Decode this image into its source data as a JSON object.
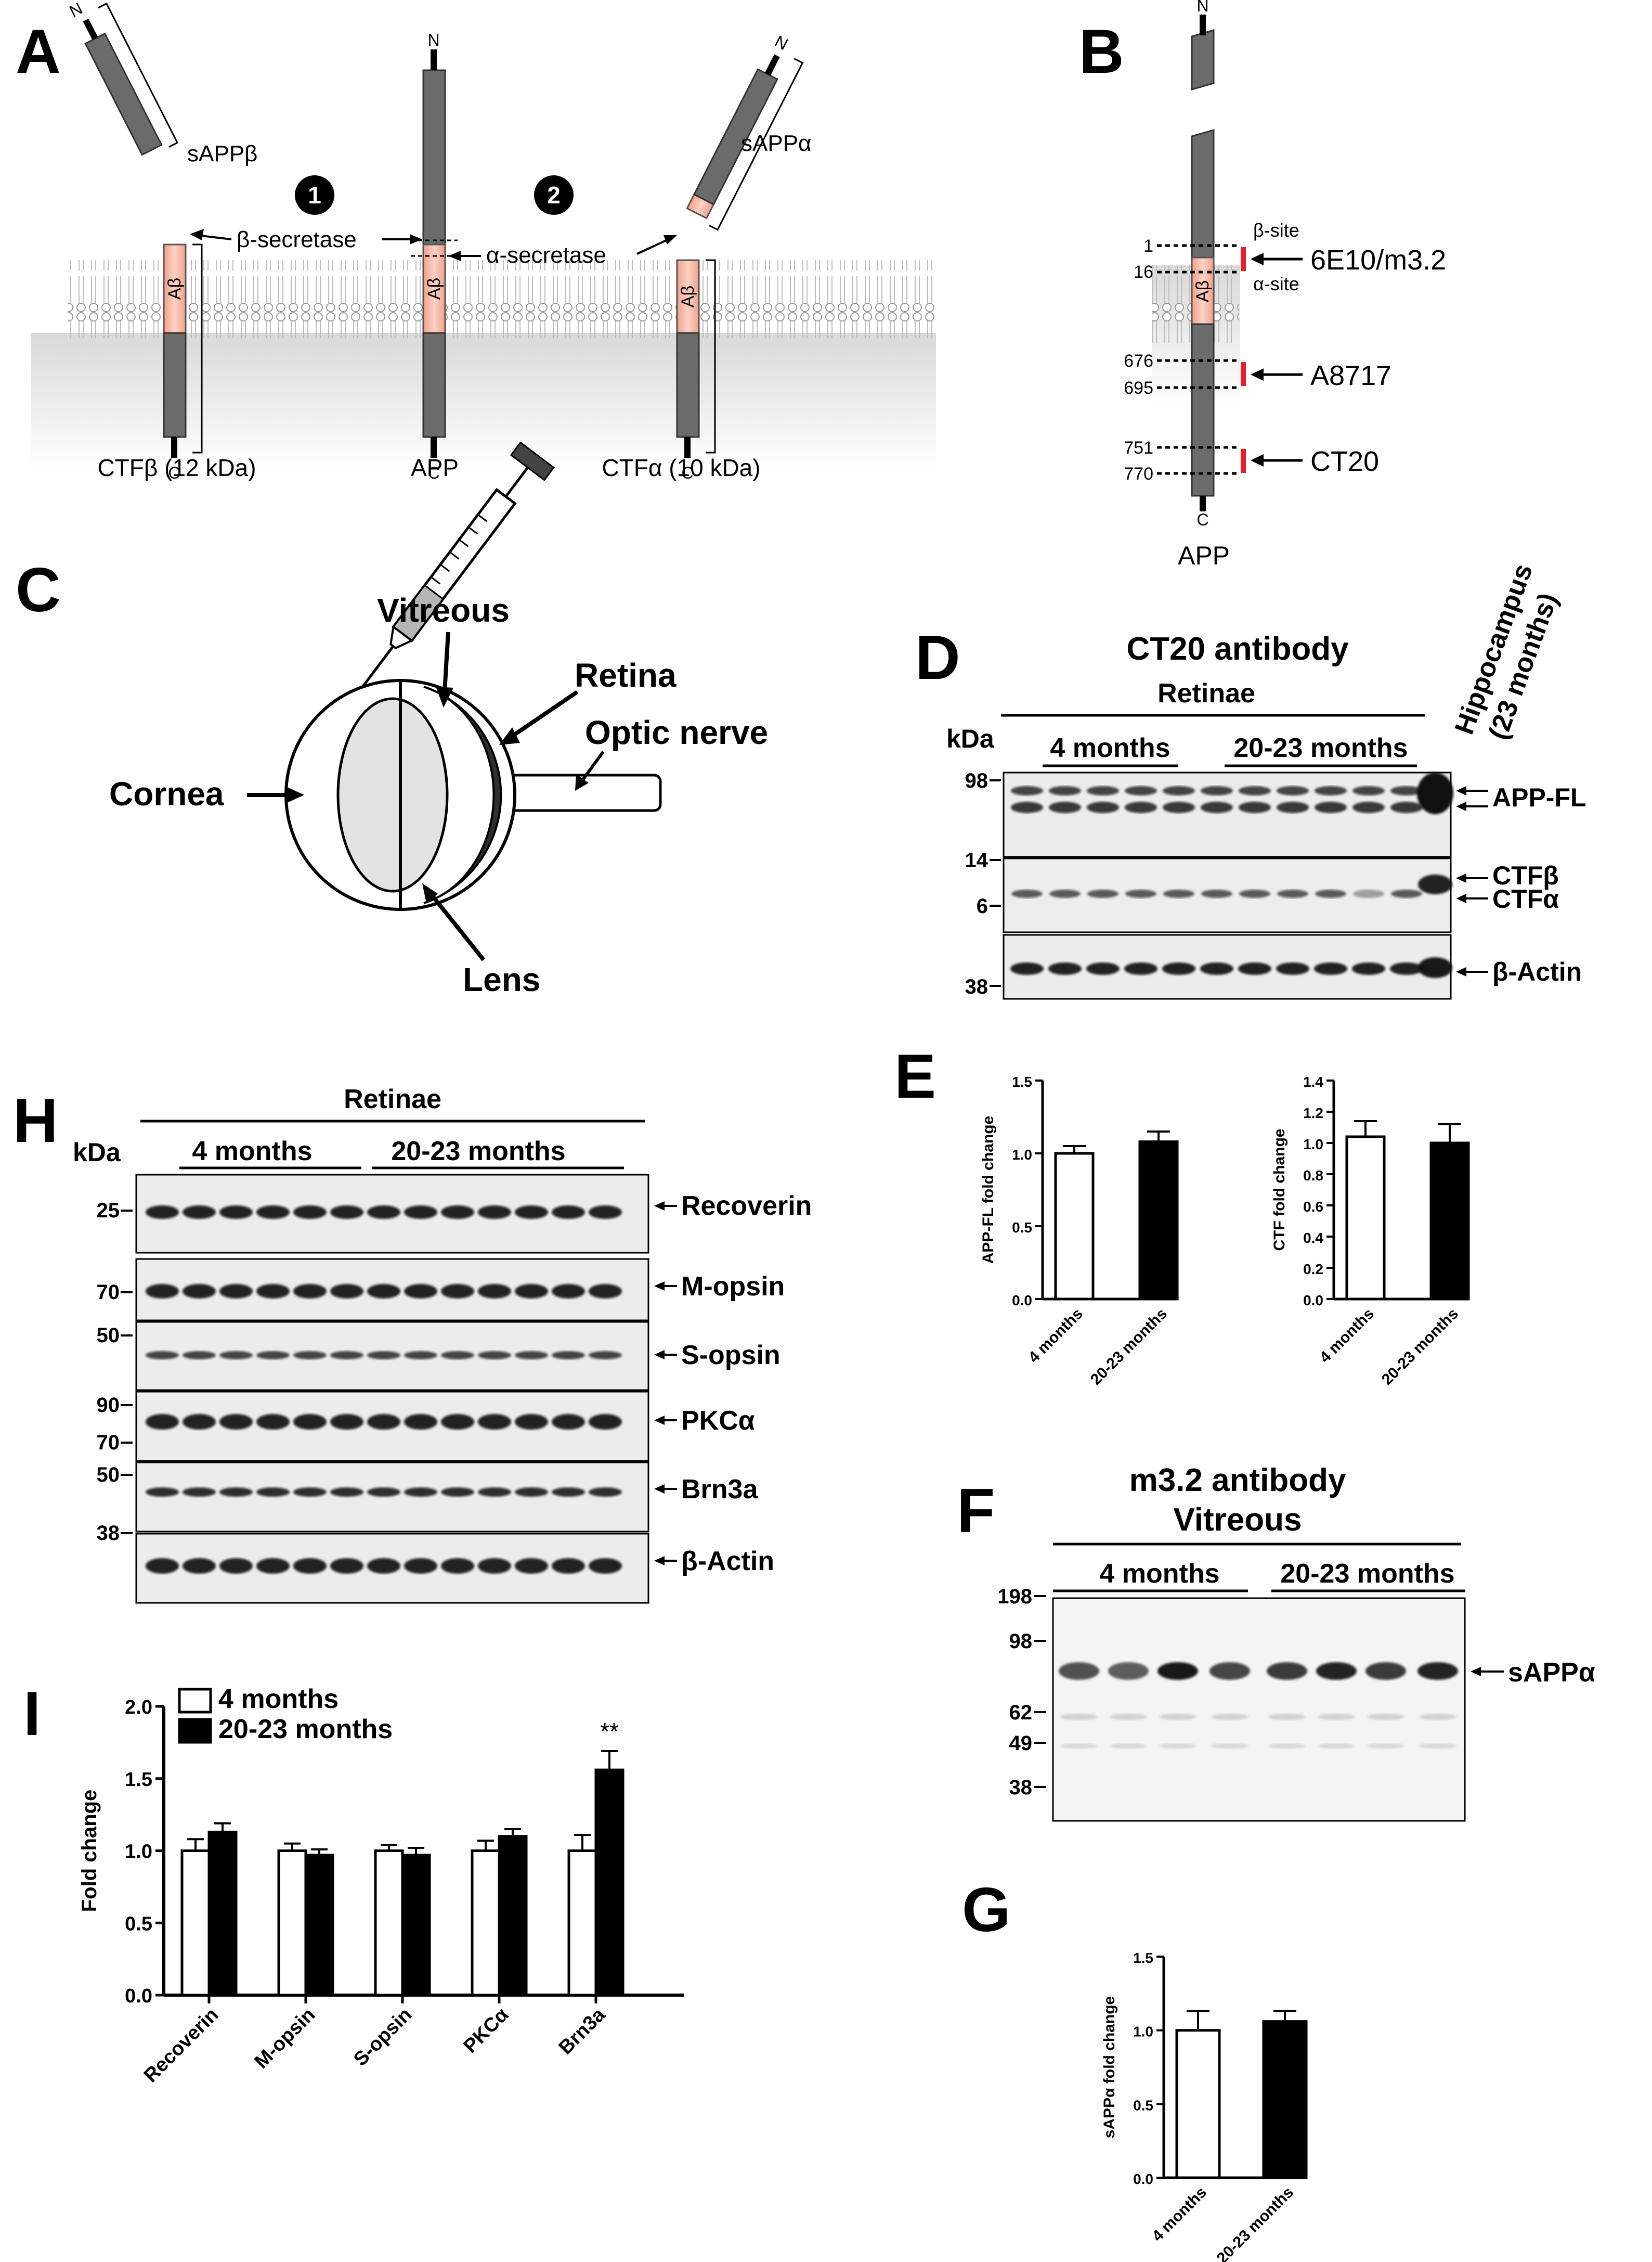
{
  "panels": {
    "A": {
      "letter": "A",
      "n": [
        "N",
        "N",
        "N"
      ],
      "c": [
        "C",
        "C",
        "C"
      ],
      "frag_left": "sAPPβ",
      "frag_right": "sAPPα",
      "abeta": [
        "Aβ",
        "Aβ",
        "Aβ"
      ],
      "step1": "1",
      "step2": "2",
      "beta_secretase": "β-secretase",
      "alpha_secretase": "α-secretase",
      "cap_left": "CTFβ (12 kDa)",
      "cap_mid": "APP",
      "cap_right": "CTFα (10 kDa)"
    },
    "B": {
      "letter": "B",
      "n": "N",
      "c": "C",
      "abeta": "Aβ",
      "nums": [
        "1",
        "16",
        "676",
        "695",
        "751",
        "770"
      ],
      "beta_site": "β-site",
      "alpha_site": "α-site",
      "ab1": "6E10/m3.2",
      "ab2": "A8717",
      "ab3": "CT20",
      "caption": "APP"
    },
    "C": {
      "letter": "C",
      "vitreous": "Vitreous",
      "retina": "Retina",
      "optic": "Optic nerve",
      "cornea": "Cornea",
      "lens": "Lens"
    },
    "D": {
      "letter": "D",
      "title": "CT20 antibody",
      "retinae": "Retinae",
      "g1": "4 months",
      "g2": "20-23 months",
      "hippo1": "Hippocampus",
      "hippo2": "(23 months)",
      "kda": "kDa",
      "mw": [
        "98",
        "14",
        "6",
        "38"
      ],
      "bands": [
        "APP-FL",
        "CTFβ",
        "CTFα",
        "β-Actin"
      ]
    },
    "H": {
      "letter": "H",
      "retinae": "Retinae",
      "g1": "4 months",
      "g2": "20-23 months",
      "kda": "kDa",
      "mw": [
        "25",
        "70",
        "50",
        "90",
        "70",
        "50",
        "38"
      ],
      "bands": [
        "Recoverin",
        "M-opsin",
        "S-opsin",
        "PKCα",
        "Brn3a",
        "β-Actin"
      ]
    },
    "F": {
      "letter": "F",
      "title1": "m3.2 antibody",
      "title2": "Vitreous",
      "g1": "4 months",
      "g2": "20-23 months",
      "mw": [
        "198",
        "98",
        "62",
        "49",
        "38"
      ],
      "band": "sAPPα"
    },
    "E": {
      "letter": "E"
    },
    "G": {
      "letter": "G"
    },
    "I": {
      "letter": "I"
    }
  },
  "chart_data": [
    {
      "id": "E-left",
      "type": "bar",
      "categories": [
        "4 months",
        "20-23 months"
      ],
      "values": [
        1.0,
        1.08
      ],
      "errors": [
        0.05,
        0.07
      ],
      "colors": [
        "#ffffff",
        "#000000"
      ],
      "ylabel": "APP-FL fold change",
      "ylim": [
        0,
        1.5
      ],
      "yticks": [
        "0.0",
        "0.5",
        "1.0",
        "1.5"
      ]
    },
    {
      "id": "E-right",
      "type": "bar",
      "categories": [
        "4 months",
        "20-23 months"
      ],
      "values": [
        1.04,
        1.0
      ],
      "errors": [
        0.1,
        0.12
      ],
      "colors": [
        "#ffffff",
        "#000000"
      ],
      "ylabel": "CTF fold change",
      "ylim": [
        0,
        1.4
      ],
      "yticks": [
        "0.0",
        "0.2",
        "0.4",
        "0.6",
        "0.8",
        "1.0",
        "1.2",
        "1.4"
      ]
    },
    {
      "id": "G",
      "type": "bar",
      "categories": [
        "4 months",
        "20-23 months"
      ],
      "values": [
        1.0,
        1.06
      ],
      "errors": [
        0.13,
        0.07
      ],
      "colors": [
        "#ffffff",
        "#000000"
      ],
      "ylabel": "sAPPα fold change",
      "ylim": [
        0,
        1.5
      ],
      "yticks": [
        "0.0",
        "0.5",
        "1.0",
        "1.5"
      ]
    },
    {
      "id": "I",
      "type": "bar",
      "categories": [
        "Recoverin",
        "M-opsin",
        "S-opsin",
        "PKCα",
        "Brn3a"
      ],
      "series": [
        {
          "name": "4 months",
          "values": [
            1.0,
            1.0,
            1.0,
            1.0,
            1.0
          ],
          "errors": [
            0.08,
            0.05,
            0.04,
            0.07,
            0.11
          ],
          "color": "#ffffff"
        },
        {
          "name": "20-23 months",
          "values": [
            1.13,
            0.97,
            0.97,
            1.1,
            1.56
          ],
          "errors": [
            0.06,
            0.04,
            0.05,
            0.05,
            0.13
          ],
          "color": "#000000"
        }
      ],
      "annotation": "**",
      "ylabel": "Fold change",
      "ylim": [
        0,
        2.0
      ],
      "yticks": [
        "0.0",
        "0.5",
        "1.0",
        "1.5",
        "2.0"
      ]
    }
  ]
}
